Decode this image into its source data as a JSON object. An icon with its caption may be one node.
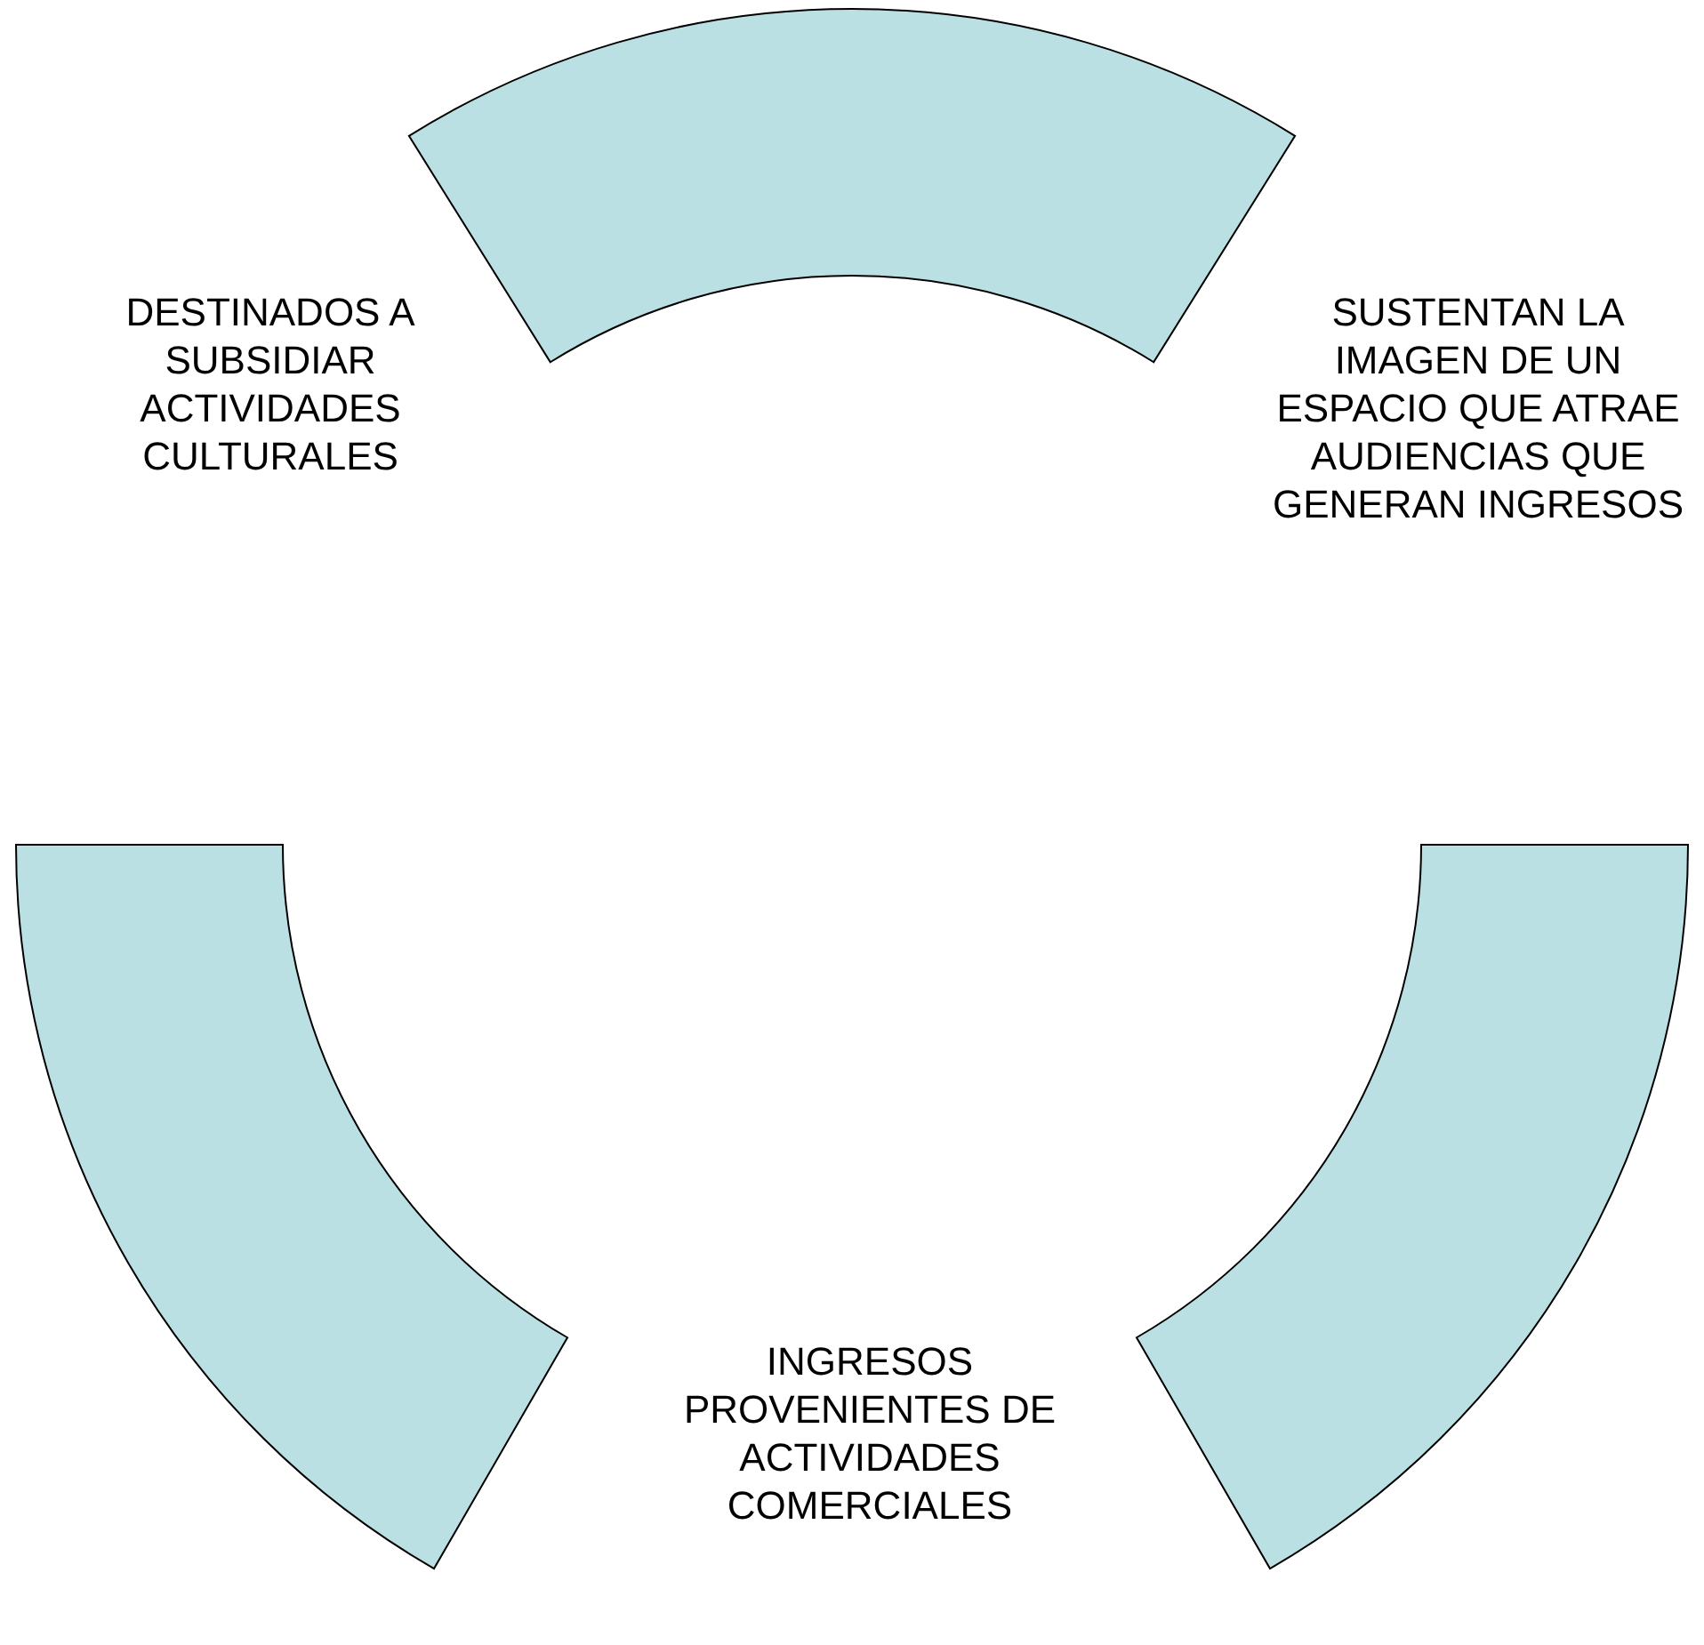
{
  "diagram": {
    "nodes": [
      {
        "text": [],
        "shape": "arc"
      },
      {
        "text": [
          "DESTINADOS A SUBSIDIAR ACTIVIDADES CULTURALES"
        ]
      },
      {
        "text": [
          "SUSTENTAN LA IMAGEN DE UN ESPACIO QUE ATRAE AUDIENCIAS QUE GENERAN INGRESOS"
        ]
      },
      {
        "text": [],
        "shape": "arc"
      },
      {
        "text": [],
        "shape": "arc"
      },
      {
        "text": [
          "INGRESOS PROVENIENTES DE ACTIVIDADES COMERCIALES"
        ]
      }
    ]
  }
}
